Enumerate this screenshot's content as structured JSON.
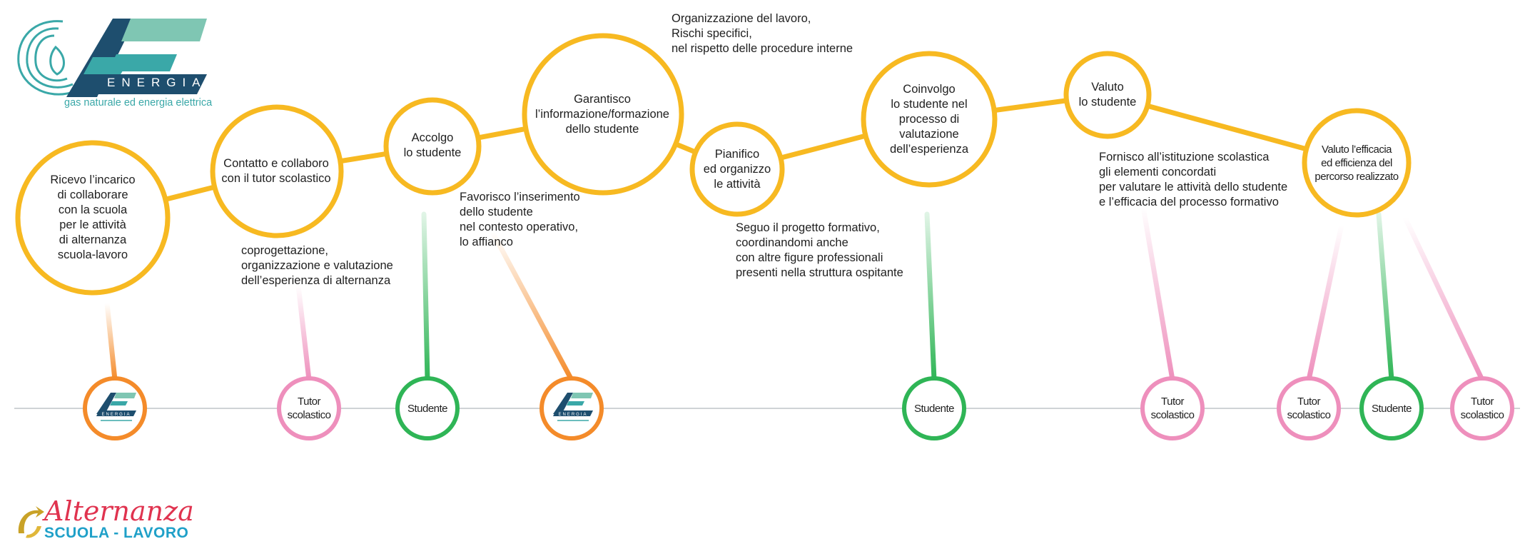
{
  "colors": {
    "yellow": "#f7b921",
    "orange": "#f48b2a",
    "pink": "#ee8fbc",
    "green": "#2fb556",
    "axis": "#cfd3d6",
    "brand_dark": "#1e4e6e",
    "brand_teal": "#3aa8a8"
  },
  "logo": {
    "energia": "ENERGIA",
    "tagline": "gas naturale ed energia elettrica"
  },
  "footer_logo": {
    "line1": "Alternanza",
    "line2": "SCUOLA - LAVORO"
  },
  "steps": [
    {
      "label": "Ricevo l’incarico\ndi collaborare\ncon la scuola\nper le attività\ndi alternanza\nscuola-lavoro"
    },
    {
      "label": "Contatto e collaboro\ncon il tutor scolastico"
    },
    {
      "label": "Accolgo\nlo studente"
    },
    {
      "label": "Garantisco\nl’informazione/formazione\ndello studente"
    },
    {
      "label": "Pianifico\ned organizzo\nle attività"
    },
    {
      "label": "Coinvolgo\nlo studente nel\nprocesso di\nvalutazione\ndell’esperienza"
    },
    {
      "label": "Valuto\nlo studente"
    },
    {
      "label": "Valuto l’efficacia\ned efficienza del\npercorso realizzato"
    }
  ],
  "actors": [
    {
      "kind": "logo",
      "label": ""
    },
    {
      "kind": "tutor",
      "label": "Tutor\nscolastico"
    },
    {
      "kind": "studente",
      "label": "Studente"
    },
    {
      "kind": "logo",
      "label": ""
    },
    {
      "kind": "studente",
      "label": "Studente"
    },
    {
      "kind": "tutor",
      "label": "Tutor\nscolastico"
    },
    {
      "kind": "tutor",
      "label": "Tutor\nscolastico"
    },
    {
      "kind": "studente",
      "label": "Studente"
    },
    {
      "kind": "tutor",
      "label": "Tutor\nscolastico"
    }
  ],
  "mini_logo_text": "ENERGIA",
  "annotations": [
    {
      "text": "Organizzazione del lavoro,\nRischi specifici,\nnel rispetto delle procedure interne"
    },
    {
      "text": "coprogettazione,\norganizzazione e valutazione\ndell’esperienza di alternanza"
    },
    {
      "text": "Favorisco l’inserimento\ndello studente\nnel contesto operativo,\nlo affianco"
    },
    {
      "text": "Seguo il progetto formativo,\ncoordinandomi anche\ncon altre figure professionali\npresenti nella struttura ospitante"
    },
    {
      "text": "Fornisco  all’istituzione scolastica\ngli elementi concordati\nper valutare le attività dello studente\ne l’efficacia del processo formativo"
    }
  ]
}
